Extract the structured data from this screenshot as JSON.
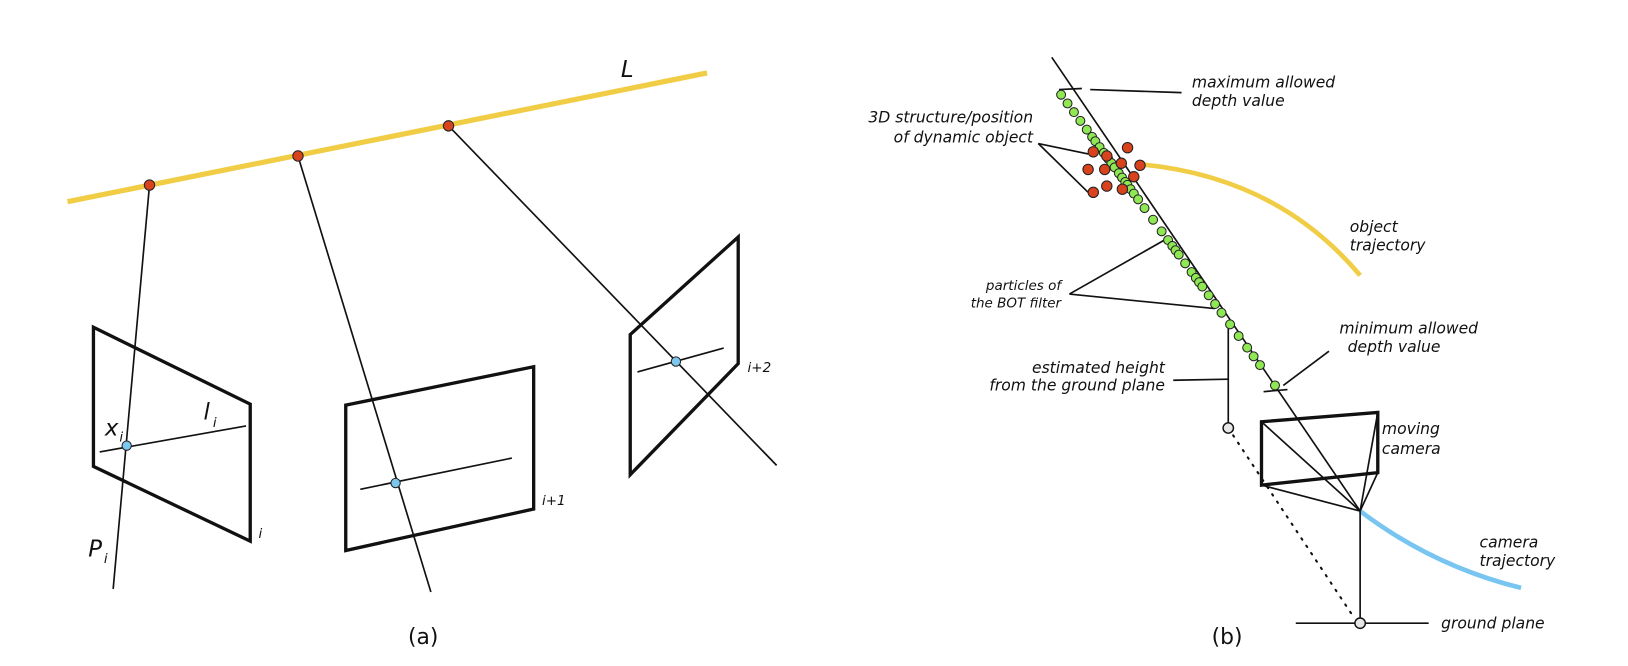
{
  "colors": {
    "line_L": "#f0cd45",
    "red_point": "#d8421c",
    "blue_point": "#7cc7ee",
    "particle": "#8fe853",
    "camera_trajectory": "#77c5f0",
    "object_trajectory": "#f0cd45"
  },
  "panel_a": {
    "caption": "(a)",
    "line_label": "L",
    "x_label": "x",
    "x_sub": "i",
    "l_label": "l",
    "l_sub": "i",
    "p_label": "P",
    "p_sub": "i",
    "frame_labels": [
      "i",
      "i+1",
      "i+2"
    ]
  },
  "panel_b": {
    "caption": "(b)",
    "max_depth": [
      "maximum allowed",
      "depth value"
    ],
    "min_depth": [
      "minimum allowed",
      "depth value"
    ],
    "structure": [
      "3D structure/position",
      "of dynamic object"
    ],
    "particles": [
      "particles of",
      "the BOT filter"
    ],
    "height": [
      "estimated height",
      "from the ground plane"
    ],
    "object_trajectory": [
      "object",
      "trajectory"
    ],
    "moving_camera": [
      "moving",
      "camera"
    ],
    "camera_trajectory": [
      "camera",
      "trajectory"
    ],
    "ground_plane": "ground plane"
  }
}
